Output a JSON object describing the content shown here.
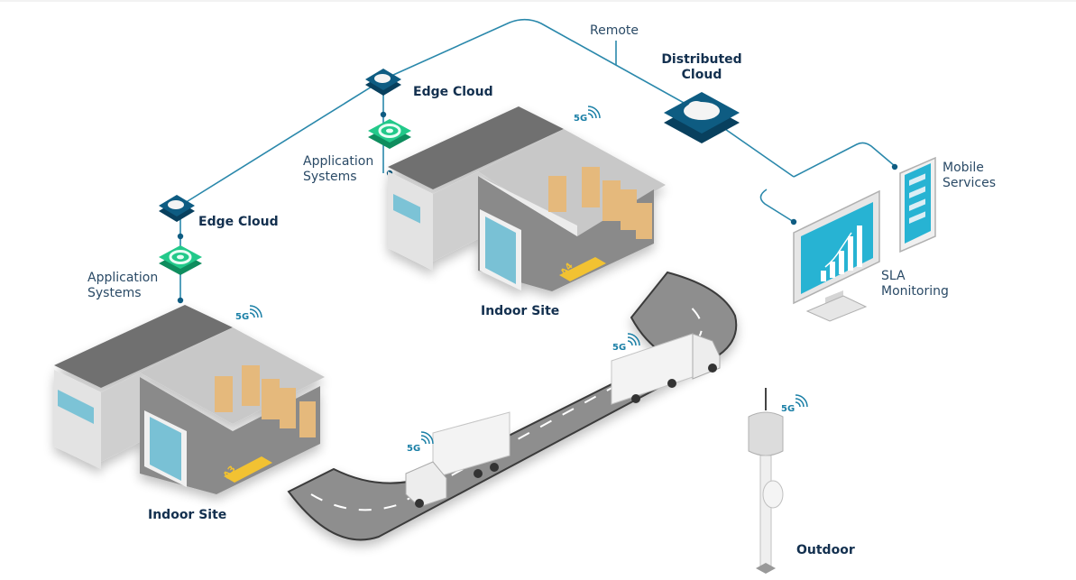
{
  "diagram": {
    "title": "5G Network Architecture: Edge, Distributed Cloud and Sites",
    "colors": {
      "link_line": "#2a88ab",
      "cloud_tile": "#0e5c82",
      "cloud_tile_dark": "#08405e",
      "app_tile": "#23c98a",
      "app_tile_dark": "#0f8d5e",
      "label_text": "#13304f",
      "signal_5g": "#1a7fa6",
      "screen": "#27b3d3",
      "road": "#8e8e8e",
      "building_roof": "#6f6f6f",
      "building_wall": "#dedede",
      "floor": "#7d7d7d",
      "shelves": "#e5b97c",
      "marking": "#f2c230"
    },
    "labels": {
      "remote": "Remote",
      "distributed_cloud_line1": "Distributed",
      "distributed_cloud_line2": "Cloud",
      "edge_cloud_top": "Edge Cloud",
      "edge_cloud_left": "Edge Cloud",
      "app_systems_top_line1": "Application",
      "app_systems_top_line2": "Systems",
      "app_systems_left_line1": "Application",
      "app_systems_left_line2": "Systems",
      "indoor_site_center": "Indoor Site",
      "indoor_site_left": "Indoor Site",
      "mobile_services_line1": "Mobile",
      "mobile_services_line2": "Services",
      "sla_monitoring_line1": "SLA",
      "sla_monitoring_line2": "Monitoring",
      "outdoor": "Outdoor"
    },
    "signals": {
      "site_center": "5G",
      "site_left": "5G",
      "truck_front": "5G",
      "truck_rear": "5G",
      "tower": "5G"
    },
    "site_markers": {
      "center_bay": "A4",
      "left_bay": "A3"
    }
  }
}
